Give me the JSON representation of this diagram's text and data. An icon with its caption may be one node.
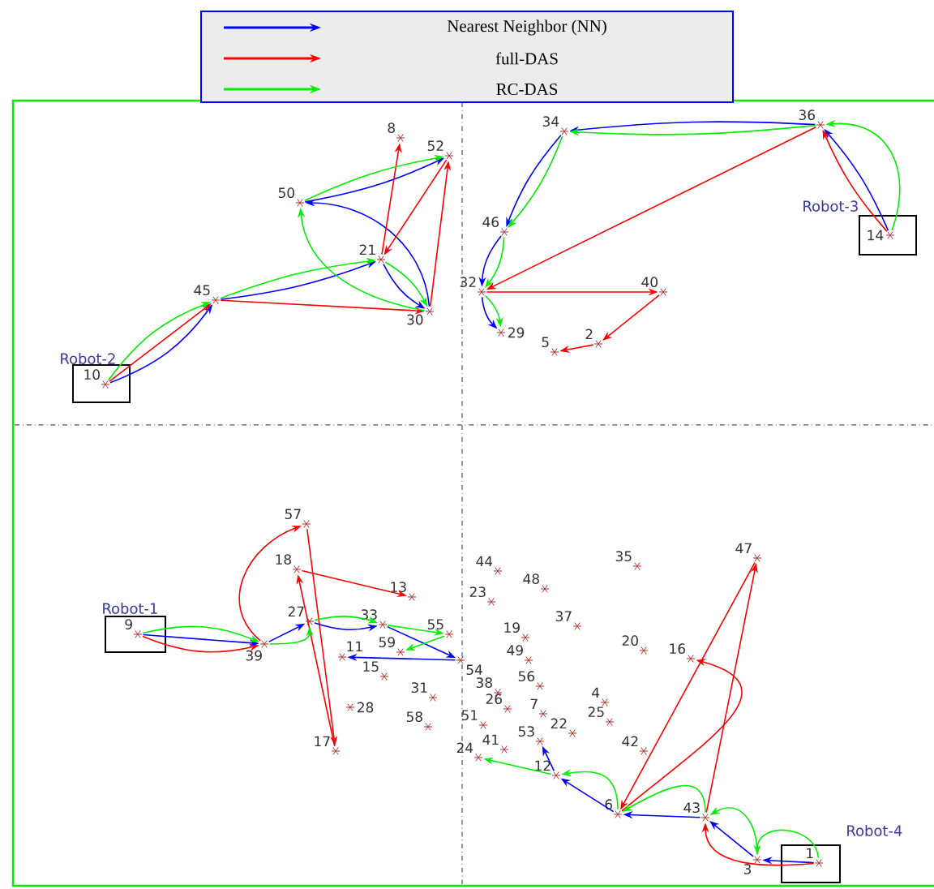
{
  "diagram": {
    "nodes": [
      {
        "text": [
          "1"
        ],
        "beside": [
          "Robot-4"
        ]
      },
      {
        "text": [
          "2"
        ]
      },
      {
        "text": [
          "3"
        ]
      },
      {
        "text": [
          "4"
        ]
      },
      {
        "text": [
          "5"
        ]
      },
      {
        "text": [
          "6"
        ]
      },
      {
        "text": [
          "7"
        ]
      },
      {
        "text": [
          "8"
        ]
      },
      {
        "text": [
          "9"
        ],
        "beside": [
          "Robot-1"
        ]
      },
      {
        "text": [
          "10"
        ],
        "beside": [
          "Robot-2"
        ]
      },
      {
        "text": [
          "11"
        ]
      },
      {
        "text": [
          "12"
        ]
      },
      {
        "text": [
          "13"
        ]
      },
      {
        "text": [
          "14"
        ],
        "beside": [
          "Robot-3"
        ]
      },
      {
        "text": [
          "15"
        ]
      },
      {
        "text": [
          "16"
        ]
      },
      {
        "text": [
          "17"
        ]
      },
      {
        "text": [
          "18"
        ]
      },
      {
        "text": [
          "19"
        ]
      },
      {
        "text": [
          "20"
        ]
      },
      {
        "text": [
          "21"
        ]
      },
      {
        "text": [
          "22"
        ]
      },
      {
        "text": [
          "23"
        ]
      },
      {
        "text": [
          "24"
        ]
      },
      {
        "text": [
          "25"
        ]
      },
      {
        "text": [
          "26"
        ]
      },
      {
        "text": [
          "27"
        ]
      },
      {
        "text": [
          "28"
        ]
      },
      {
        "text": [
          "29"
        ]
      },
      {
        "text": [
          "30"
        ]
      },
      {
        "text": [
          "31"
        ]
      },
      {
        "text": [
          "32"
        ]
      },
      {
        "text": [
          "33"
        ]
      },
      {
        "text": [
          "34"
        ]
      },
      {
        "text": [
          "35"
        ]
      },
      {
        "text": [
          "36"
        ]
      },
      {
        "text": [
          "37"
        ]
      },
      {
        "text": [
          "38"
        ]
      },
      {
        "text": [
          "39"
        ]
      },
      {
        "text": [
          "40"
        ]
      },
      {
        "text": [
          "41"
        ]
      },
      {
        "text": [
          "42"
        ]
      },
      {
        "text": [
          "43"
        ]
      },
      {
        "text": [
          "44"
        ]
      },
      {
        "text": [
          "45"
        ]
      },
      {
        "text": [
          "46"
        ]
      },
      {
        "text": [
          "47"
        ]
      },
      {
        "text": [
          "48"
        ]
      },
      {
        "text": [
          "49"
        ]
      },
      {
        "text": [
          "50"
        ]
      },
      {
        "text": [
          "51"
        ]
      },
      {
        "text": [
          "52"
        ]
      },
      {
        "text": [
          "53"
        ]
      },
      {
        "text": [
          "54"
        ]
      },
      {
        "text": [
          "55"
        ]
      },
      {
        "text": [
          "56"
        ]
      },
      {
        "text": [
          "57"
        ]
      },
      {
        "text": [
          "58"
        ]
      },
      {
        "text": [
          "59"
        ]
      }
    ],
    "edges": [
      {
        "from": 9,
        "to": 44,
        "arrow": "to",
        "color": "#0000ff"
      },
      {
        "from": 44,
        "to": 20,
        "arrow": "to",
        "color": "#0000ff"
      },
      {
        "from": 20,
        "to": 29,
        "arrow": "to",
        "color": "#0000ff"
      },
      {
        "from": 29,
        "to": 49,
        "arrow": "to",
        "color": "#0000ff"
      },
      {
        "from": 49,
        "to": 51,
        "arrow": "to",
        "color": "#0000ff"
      },
      {
        "from": 9,
        "to": 44,
        "arrow": "to",
        "color": "#ff0000"
      },
      {
        "from": 44,
        "to": 29,
        "arrow": "to",
        "color": "#ff0000"
      },
      {
        "from": 29,
        "to": 51,
        "arrow": "to",
        "color": "#ff0000"
      },
      {
        "from": 51,
        "to": 20,
        "arrow": "to",
        "color": "#ff0000"
      },
      {
        "from": 20,
        "to": 7,
        "arrow": "to",
        "color": "#ff0000"
      },
      {
        "from": 9,
        "to": 44,
        "arrow": "to",
        "color": "#00ee00"
      },
      {
        "from": 44,
        "to": 20,
        "arrow": "to",
        "color": "#00ee00"
      },
      {
        "from": 20,
        "to": 29,
        "arrow": "to",
        "color": "#00ee00"
      },
      {
        "from": 29,
        "to": 49,
        "arrow": "to",
        "color": "#00ee00"
      },
      {
        "from": 49,
        "to": 51,
        "arrow": "to",
        "color": "#00ee00"
      },
      {
        "from": 13,
        "to": 35,
        "arrow": "to",
        "color": "#0000ff"
      },
      {
        "from": 35,
        "to": 33,
        "arrow": "to",
        "color": "#0000ff"
      },
      {
        "from": 33,
        "to": 45,
        "arrow": "to",
        "color": "#0000ff"
      },
      {
        "from": 45,
        "to": 31,
        "arrow": "to",
        "color": "#0000ff"
      },
      {
        "from": 31,
        "to": 28,
        "arrow": "to",
        "color": "#0000ff"
      },
      {
        "from": 13,
        "to": 35,
        "arrow": "to",
        "color": "#ff0000"
      },
      {
        "from": 35,
        "to": 31,
        "arrow": "to",
        "color": "#ff0000"
      },
      {
        "from": 31,
        "to": 39,
        "arrow": "to",
        "color": "#ff0000"
      },
      {
        "from": 39,
        "to": 1,
        "arrow": "to",
        "color": "#ff0000"
      },
      {
        "from": 1,
        "to": 4,
        "arrow": "to",
        "color": "#ff0000"
      },
      {
        "from": 13,
        "to": 35,
        "arrow": "to",
        "color": "#00ee00"
      },
      {
        "from": 35,
        "to": 33,
        "arrow": "to",
        "color": "#00ee00"
      },
      {
        "from": 33,
        "to": 45,
        "arrow": "to",
        "color": "#00ee00"
      },
      {
        "from": 45,
        "to": 31,
        "arrow": "to",
        "color": "#00ee00"
      },
      {
        "from": 31,
        "to": 28,
        "arrow": "to",
        "color": "#00ee00"
      },
      {
        "from": 8,
        "to": 38,
        "arrow": "to",
        "color": "#ff0000"
      },
      {
        "from": 38,
        "to": 56,
        "arrow": "to",
        "color": "#ff0000"
      },
      {
        "from": 56,
        "to": 16,
        "arrow": "to",
        "color": "#ff0000"
      },
      {
        "from": 16,
        "to": 17,
        "arrow": "to",
        "color": "#ff0000"
      },
      {
        "from": 17,
        "to": 12,
        "arrow": "to",
        "color": "#ff0000"
      },
      {
        "from": 8,
        "to": 38,
        "arrow": "to",
        "color": "#0000ff"
      },
      {
        "from": 38,
        "to": 26,
        "arrow": "to",
        "color": "#0000ff"
      },
      {
        "from": 26,
        "to": 32,
        "arrow": "to",
        "color": "#0000ff"
      },
      {
        "from": 32,
        "to": 53,
        "arrow": "to",
        "color": "#0000ff"
      },
      {
        "from": 53,
        "to": 10,
        "arrow": "to",
        "color": "#0000ff"
      },
      {
        "from": 8,
        "to": 38,
        "arrow": "to",
        "color": "#00ee00"
      },
      {
        "from": 38,
        "to": 26,
        "arrow": "to",
        "color": "#00ee00"
      },
      {
        "from": 26,
        "to": 32,
        "arrow": "to",
        "color": "#00ee00"
      },
      {
        "from": 32,
        "to": 54,
        "arrow": "to",
        "color": "#00ee00"
      },
      {
        "from": 54,
        "to": 58,
        "arrow": "to",
        "color": "#00ee00"
      },
      {
        "from": 0,
        "to": 2,
        "arrow": "to",
        "color": "#0000ff"
      },
      {
        "from": 2,
        "to": 42,
        "arrow": "to",
        "color": "#0000ff"
      },
      {
        "from": 42,
        "to": 5,
        "arrow": "to",
        "color": "#0000ff"
      },
      {
        "from": 5,
        "to": 11,
        "arrow": "to",
        "color": "#0000ff"
      },
      {
        "from": 11,
        "to": 52,
        "arrow": "to",
        "color": "#0000ff"
      },
      {
        "from": 0,
        "to": 42,
        "arrow": "to",
        "color": "#ff0000"
      },
      {
        "from": 42,
        "to": 46,
        "arrow": "to",
        "color": "#ff0000"
      },
      {
        "from": 46,
        "to": 5,
        "arrow": "to",
        "color": "#ff0000"
      },
      {
        "from": 5,
        "to": 15,
        "arrow": "to",
        "color": "#ff0000"
      },
      {
        "from": 0,
        "to": 2,
        "arrow": "to",
        "color": "#00ee00"
      },
      {
        "from": 2,
        "to": 42,
        "arrow": "to",
        "color": "#00ee00"
      },
      {
        "from": 42,
        "to": 5,
        "arrow": "to",
        "color": "#00ee00"
      },
      {
        "from": 5,
        "to": 11,
        "arrow": "to",
        "color": "#00ee00"
      },
      {
        "from": 11,
        "to": 23,
        "arrow": "to",
        "color": "#00ee00"
      }
    ],
    "legend": [
      {
        "text": "Nearest Neighbor (NN)",
        "color": "#0000ff"
      },
      {
        "text": "full-DAS",
        "color": "#ff0000"
      },
      {
        "text": "RC-DAS",
        "color": "#00ee00"
      }
    ]
  }
}
